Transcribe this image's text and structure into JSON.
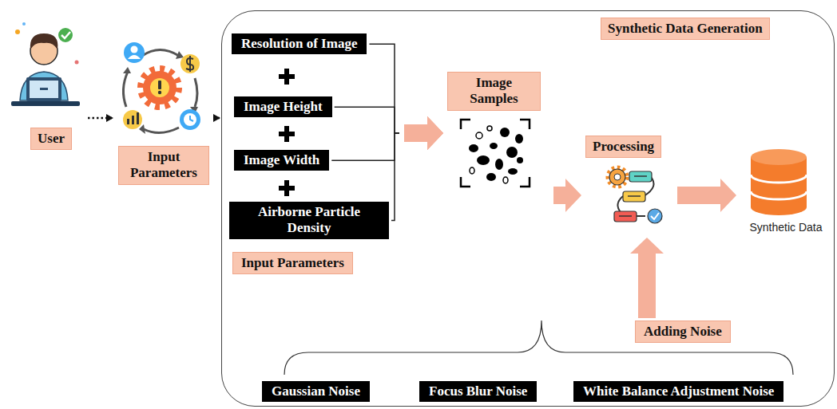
{
  "diagram": {
    "nodes": [
      {
        "text": [
          "User"
        ]
      },
      {
        "text": [
          "Input Parameters"
        ]
      },
      {
        "text": [
          "Synthetic Data Generation"
        ]
      },
      {
        "text": [
          "Resolution of Image"
        ],
        "in": 2
      },
      {
        "text": [
          "Image Height"
        ],
        "in": 2
      },
      {
        "text": [
          "Image Width"
        ],
        "in": 2
      },
      {
        "text": [
          "Airborne Particle Density"
        ],
        "in": 2
      },
      {
        "text": [
          "Input Parameters"
        ],
        "in": 2
      },
      {
        "text": [
          "Image Samples"
        ],
        "in": 2
      },
      {
        "text": [
          "Processing"
        ],
        "in": 2
      },
      {
        "text": [
          "Synthetic Data"
        ],
        "in": 2
      },
      {
        "text": [
          "Adding Noise"
        ],
        "in": 2
      },
      {
        "text": [
          "Gaussian Noise"
        ],
        "in": 2
      },
      {
        "text": [
          "Focus Blur Noise"
        ],
        "in": 2
      },
      {
        "text": [
          "White Balance Adjustment Noise"
        ],
        "in": 2
      }
    ],
    "edges": [
      {
        "from": 0,
        "to": 1,
        "arrow": "to"
      },
      {
        "from": 1,
        "to": 2,
        "arrow": "to"
      },
      {
        "from": 3,
        "to": 8,
        "arrow": "to"
      },
      {
        "from": 4,
        "to": 8,
        "arrow": "to"
      },
      {
        "from": 5,
        "to": 8,
        "arrow": "to"
      },
      {
        "from": 6,
        "to": 8,
        "arrow": "to"
      },
      {
        "from": 8,
        "to": 9,
        "arrow": "to"
      },
      {
        "from": 9,
        "to": 10,
        "arrow": "to"
      },
      {
        "from": 11,
        "to": 9,
        "arrow": "to"
      }
    ]
  }
}
